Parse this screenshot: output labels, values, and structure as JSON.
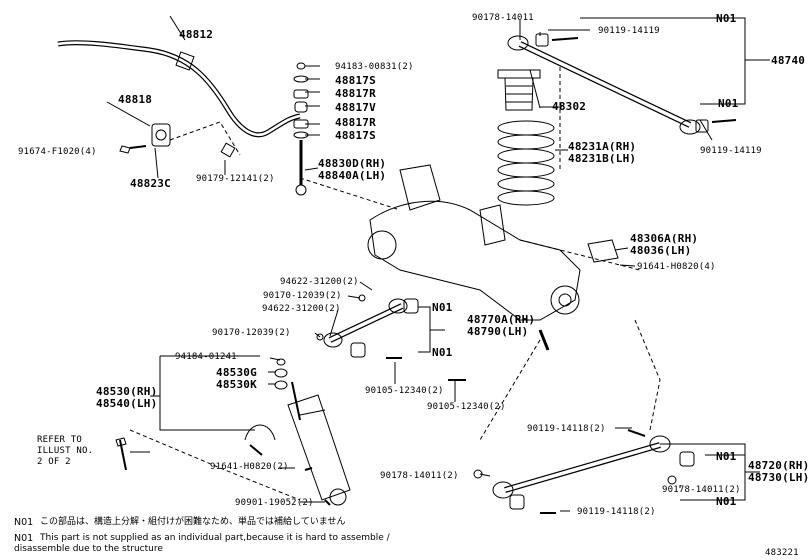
{
  "labels": {
    "p48812": "48812",
    "p48818": "48818",
    "p91674": "91674-F1020(4)",
    "p48823C": "48823C",
    "p94183": "94183-00831(2)",
    "p48817S_a": "48817S",
    "p48817R_a": "48817R",
    "p48817V": "48817V",
    "p48817R_b": "48817R",
    "p48817S_b": "48817S",
    "p90179": "90179-12141(2)",
    "p48830D": "48830D(RH)",
    "p48840A": "48840A(LH)",
    "p90178_top": "90178-14011",
    "p90119_top": "90119-14119",
    "n01_top": "N01",
    "p48740": "48740",
    "n01_mid": "N01",
    "p90119_mid": "90119-14119",
    "p48302": "48302",
    "p48231A": "48231A(RH)",
    "p48231B": "48231B(LH)",
    "p48306A": "48306A(RH)",
    "p48036": "48036(LH)",
    "p91641_a": "91641-H0820(4)",
    "p94622_a": "94622-31200(2)",
    "p90170_a": "90170-12039(2)",
    "p94622_b": "94622-31200(2)",
    "n01_la": "N01",
    "p48770A": "48770A(RH)",
    "p48790": "48790(LH)",
    "p90170_b": "90170-12039(2)",
    "n01_lb": "N01",
    "p94184": "94184-01241",
    "p48530G": "48530G",
    "p48530K": "48530K",
    "p48530": "48530(RH)",
    "p48540": "48540(LH)",
    "p90105_a": "90105-12340(2)",
    "p90105_b": "90105-12340(2)",
    "refer1": "REFER TO",
    "refer2": "ILLUST NO.",
    "refer3": "2 OF 2",
    "p90119_b1": "90119-14118(2)",
    "n01_ra": "N01",
    "p48720": "48720(RH)",
    "p48730": "48730(LH)",
    "p91641_b": "91641-H0820(2)",
    "p90178_b": "90178-14011(2)",
    "p90178_c": "90178-14011(2)",
    "n01_rb": "N01",
    "p90901": "90901-19052(2)",
    "p90119_b2": "90119-14118(2)"
  },
  "notes": {
    "jp_code": "N01",
    "jp_text": "この部品は、構造上分解・組付けが困難なため、単品では補給していません",
    "en_code": "N01",
    "en_line1": "This part is not supplied as an individual part,because it is hard to assemble /",
    "en_line2": "disassemble due to the structure"
  },
  "diagram_id": "483221"
}
